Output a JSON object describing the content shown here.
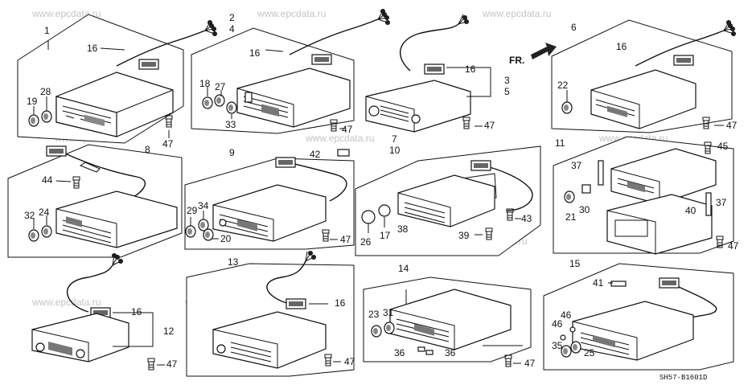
{
  "watermark": "www.epcdata.ru",
  "diagram_code": "SH57-B1601D",
  "direction_label": "FR.",
  "callouts": {
    "c1": "1",
    "c2": "2",
    "c4": "4",
    "c3": "3",
    "c5": "5",
    "c6": "6",
    "c7": "7",
    "c8": "8",
    "c9": "9",
    "c10": "10",
    "c11": "11",
    "c12": "12",
    "c13": "13",
    "c14": "14",
    "c15": "15",
    "c16": "16",
    "c17": "17",
    "c18": "18",
    "c19": "19",
    "c20": "20",
    "c21": "21",
    "c22": "22",
    "c23": "23",
    "c24": "24",
    "c25": "25",
    "c26": "26",
    "c27": "27",
    "c28": "28",
    "c29": "29",
    "c30": "30",
    "c31": "31",
    "c32": "32",
    "c33": "33",
    "c34": "34",
    "c35": "35",
    "c36": "36",
    "c37": "37",
    "c38": "38",
    "c39": "39",
    "c40": "40",
    "c41": "41",
    "c42": "42",
    "c43": "43",
    "c44": "44",
    "c45": "45",
    "c46": "46",
    "c47": "47"
  }
}
